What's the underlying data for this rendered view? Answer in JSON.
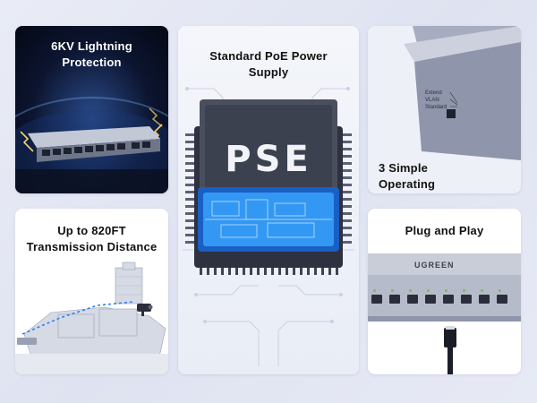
{
  "cards": {
    "lightning": {
      "title_line1": "6KV Lightning",
      "title_line2": "Protection"
    },
    "pse": {
      "title_line1": "Standard PoE Power",
      "title_line2": "Supply",
      "chip_label": "PSE"
    },
    "operating": {
      "title_line1": "3 Simple",
      "title_line2": "Operating",
      "switch_labels": [
        "Extend",
        "VLAN",
        "Standard"
      ]
    },
    "distance": {
      "title_line1": "Up to 820FT",
      "title_line2": "Transmission Distance"
    },
    "plug": {
      "title": "Plug and Play",
      "brand": "UGREEN"
    }
  },
  "colors": {
    "page_bg": "#e3e7f3",
    "chip_glow": "#3aa6ff",
    "link_blue": "#2f7df6",
    "switch_body": "#9aa0b4"
  },
  "icons": [
    "lightning-icon",
    "camera-icon",
    "ethernet-plug-icon"
  ]
}
